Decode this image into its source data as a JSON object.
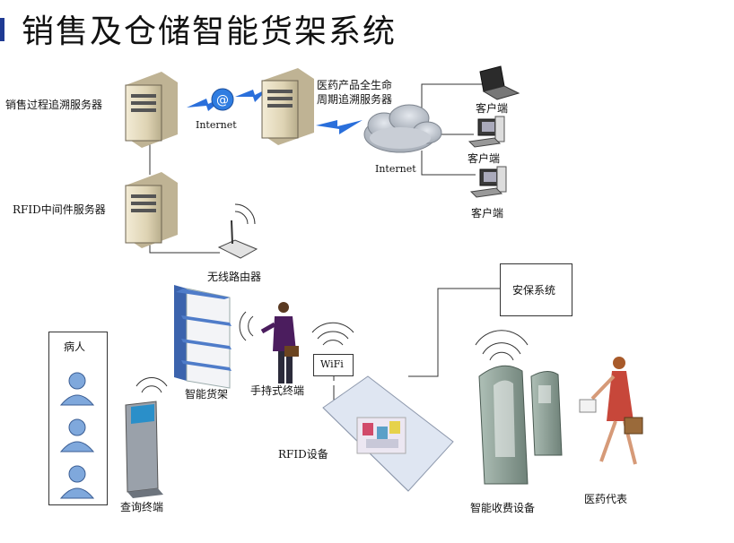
{
  "title": "销售及仓储智能货架系统",
  "labels": {
    "sales_server": "销售过程追溯服务器",
    "internet_1": "Internet",
    "med_server_line1": "医药产品全生命",
    "med_server_line2": "周期追溯服务器",
    "internet_2": "Internet",
    "client_1": "客户端",
    "client_2": "客户端",
    "client_3": "客户端",
    "rfid_middleware": "RFID中间件服务器",
    "wireless_router": "无线路由器",
    "security_system": "安保系统",
    "patient": "病人",
    "smart_shelf": "智能货架",
    "handheld_terminal": "手持式终端",
    "wifi": "WiFi",
    "rfid_device": "RFID设备",
    "query_terminal": "查询终端",
    "smart_cashier": "智能收费设备",
    "med_rep": "医药代表"
  },
  "icons": {
    "at_symbol": "@",
    "kiosk_caption": "查询终端"
  },
  "colors": {
    "title_bullet": "#1f3a93",
    "server_body": "#e6dcc0",
    "lightning": "#2a6fdb",
    "cloud": "#b9bfc8",
    "shelf": "#4f7cc9",
    "person_blue": "#7fa8dc",
    "gate": "#8ea39a",
    "rep_dress": "#c7473a"
  }
}
